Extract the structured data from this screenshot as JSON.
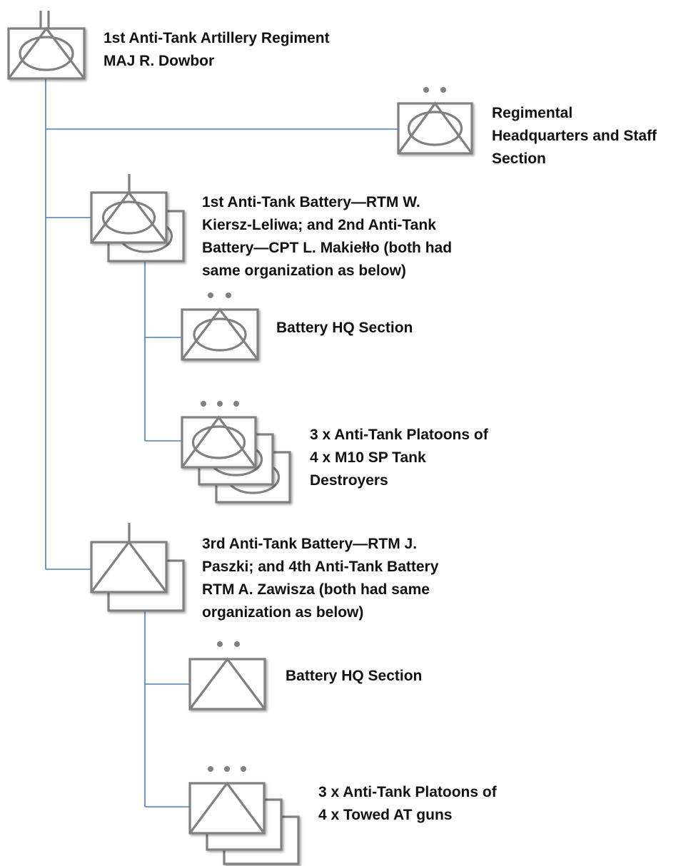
{
  "colors": {
    "line": "#4a7ebb",
    "symbol": "#808080",
    "text": "#111111"
  },
  "units": {
    "regiment": {
      "symbol": "anti-tank-symbol-regiment",
      "name_line1": "1st Anti-Tank Artillery Regiment",
      "name_line2": "MAJ R. Dowbor"
    },
    "hq_staff": {
      "symbol": "anti-tank-symbol-section",
      "line1": "Regimental",
      "line2": "Headquarters and Staff",
      "line3": "Section"
    },
    "battery_1_2": {
      "symbol": "self-propelled-anti-tank-symbol-battery",
      "line1": "1st Anti-Tank Battery—RTM W.",
      "line2": "Kiersz-Leliwa; and 2nd Anti-Tank",
      "line3": "Battery—CPT L. Makiełło (both had",
      "line4": "same organization as below)"
    },
    "battery_1_2_hq": {
      "symbol": "self-propelled-anti-tank-symbol-section",
      "label": "Battery HQ Section"
    },
    "battery_1_2_platoons": {
      "symbol": "self-propelled-anti-tank-symbol-platoon",
      "line1": "3 x Anti-Tank Platoons of",
      "line2": "4 x M10 SP Tank",
      "line3": "Destroyers"
    },
    "battery_3_4": {
      "symbol": "anti-tank-symbol-battery",
      "line1": "3rd Anti-Tank Battery—RTM J.",
      "line2": "Paszki; and 4th Anti-Tank Battery",
      "line3": "RTM A. Zawisza (both had same",
      "line4": "organization as below)"
    },
    "battery_3_4_hq": {
      "symbol": "anti-tank-symbol-section",
      "label": "Battery HQ Section"
    },
    "battery_3_4_platoons": {
      "symbol": "anti-tank-symbol-platoon",
      "line1": "3 x Anti-Tank Platoons of",
      "line2": "4 x Towed AT guns"
    }
  }
}
